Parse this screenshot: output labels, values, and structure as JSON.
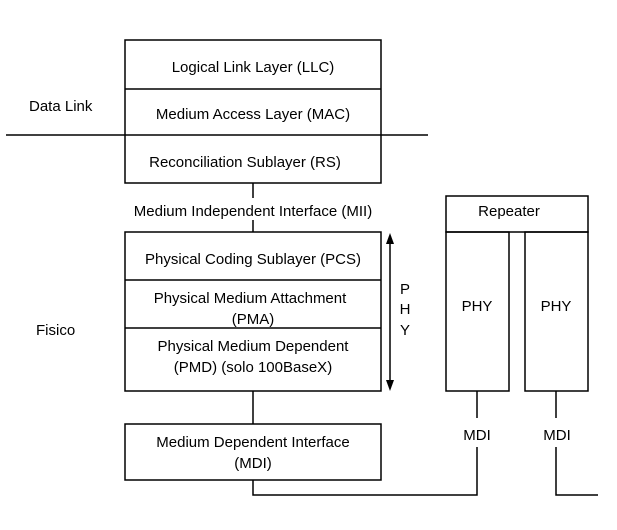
{
  "layer_labels": {
    "data_link": "Data Link",
    "fisico": "Fisico"
  },
  "stack": {
    "llc": "Logical Link Layer (LLC)",
    "mac": "Medium Access Layer (MAC)",
    "rs": "Reconciliation Sublayer (RS)",
    "mii": "Medium Independent Interface (MII)",
    "pcs": "Physical Coding Sublayer (PCS)",
    "pma_line1": "Physical Medium Attachment",
    "pma_line2": "(PMA)",
    "pmd_line1": "Physical Medium Dependent",
    "pmd_line2": "(PMD) (solo 100BaseX)",
    "mdi_line1": "Medium Dependent Interface",
    "mdi_line2": "(MDI)"
  },
  "phy_label": [
    "P",
    "H",
    "Y"
  ],
  "repeater": {
    "title": "Repeater",
    "port1": "PHY",
    "port2": "PHY",
    "mdi1": "MDI",
    "mdi2": "MDI"
  }
}
